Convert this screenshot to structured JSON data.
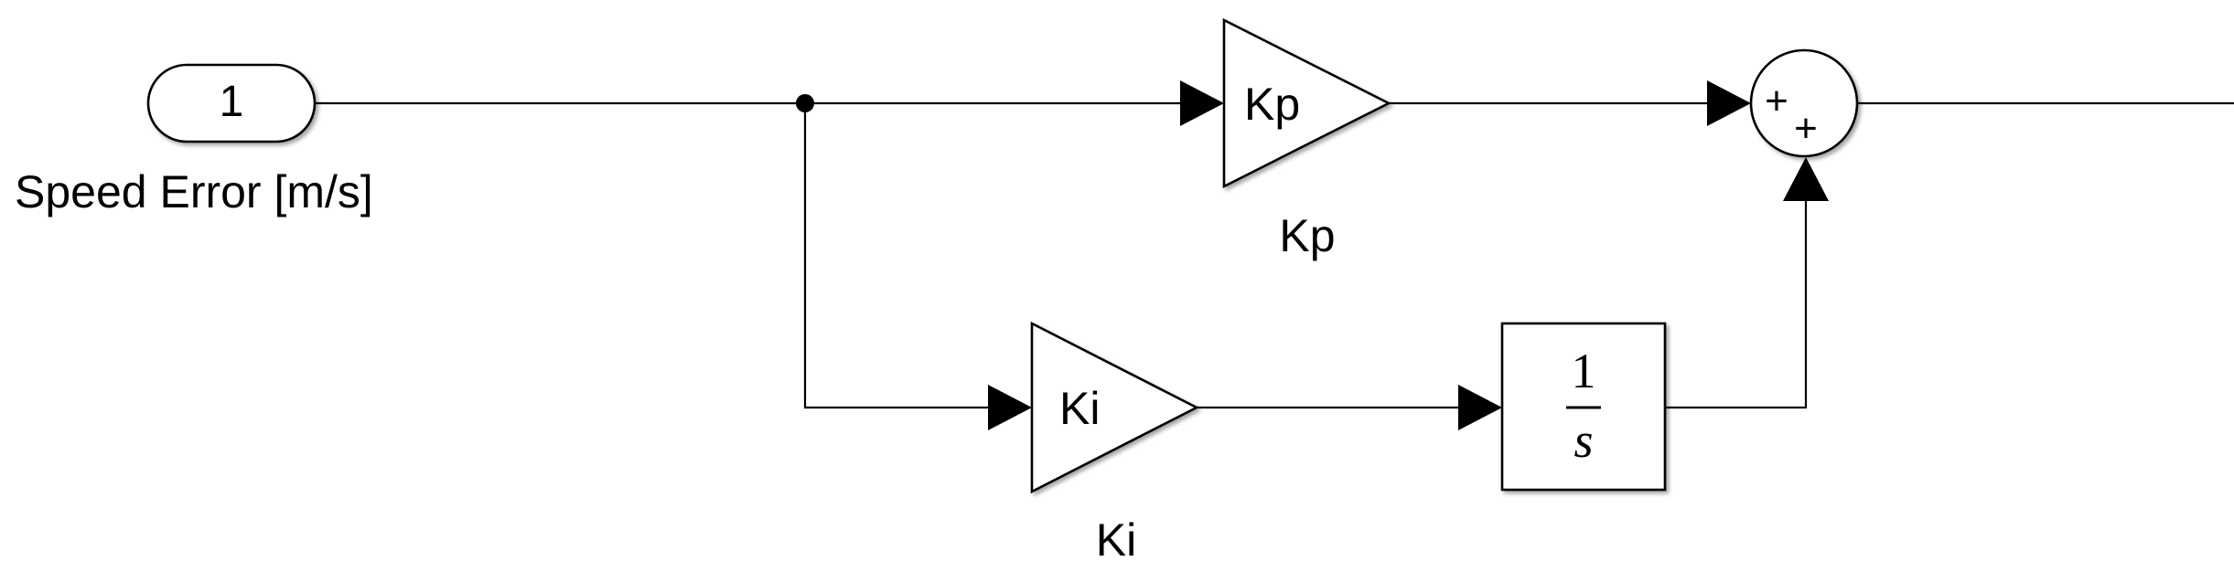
{
  "inport": {
    "port_number": "1",
    "label": "Speed Error [m/s]"
  },
  "gain_kp": {
    "block_text": "Kp",
    "label": "Kp"
  },
  "gain_ki": {
    "block_text": "Ki",
    "label": "Ki"
  },
  "integrator": {
    "numerator": "1",
    "denominator": "s"
  },
  "sum": {
    "sign_1": "+",
    "sign_2": "+"
  }
}
